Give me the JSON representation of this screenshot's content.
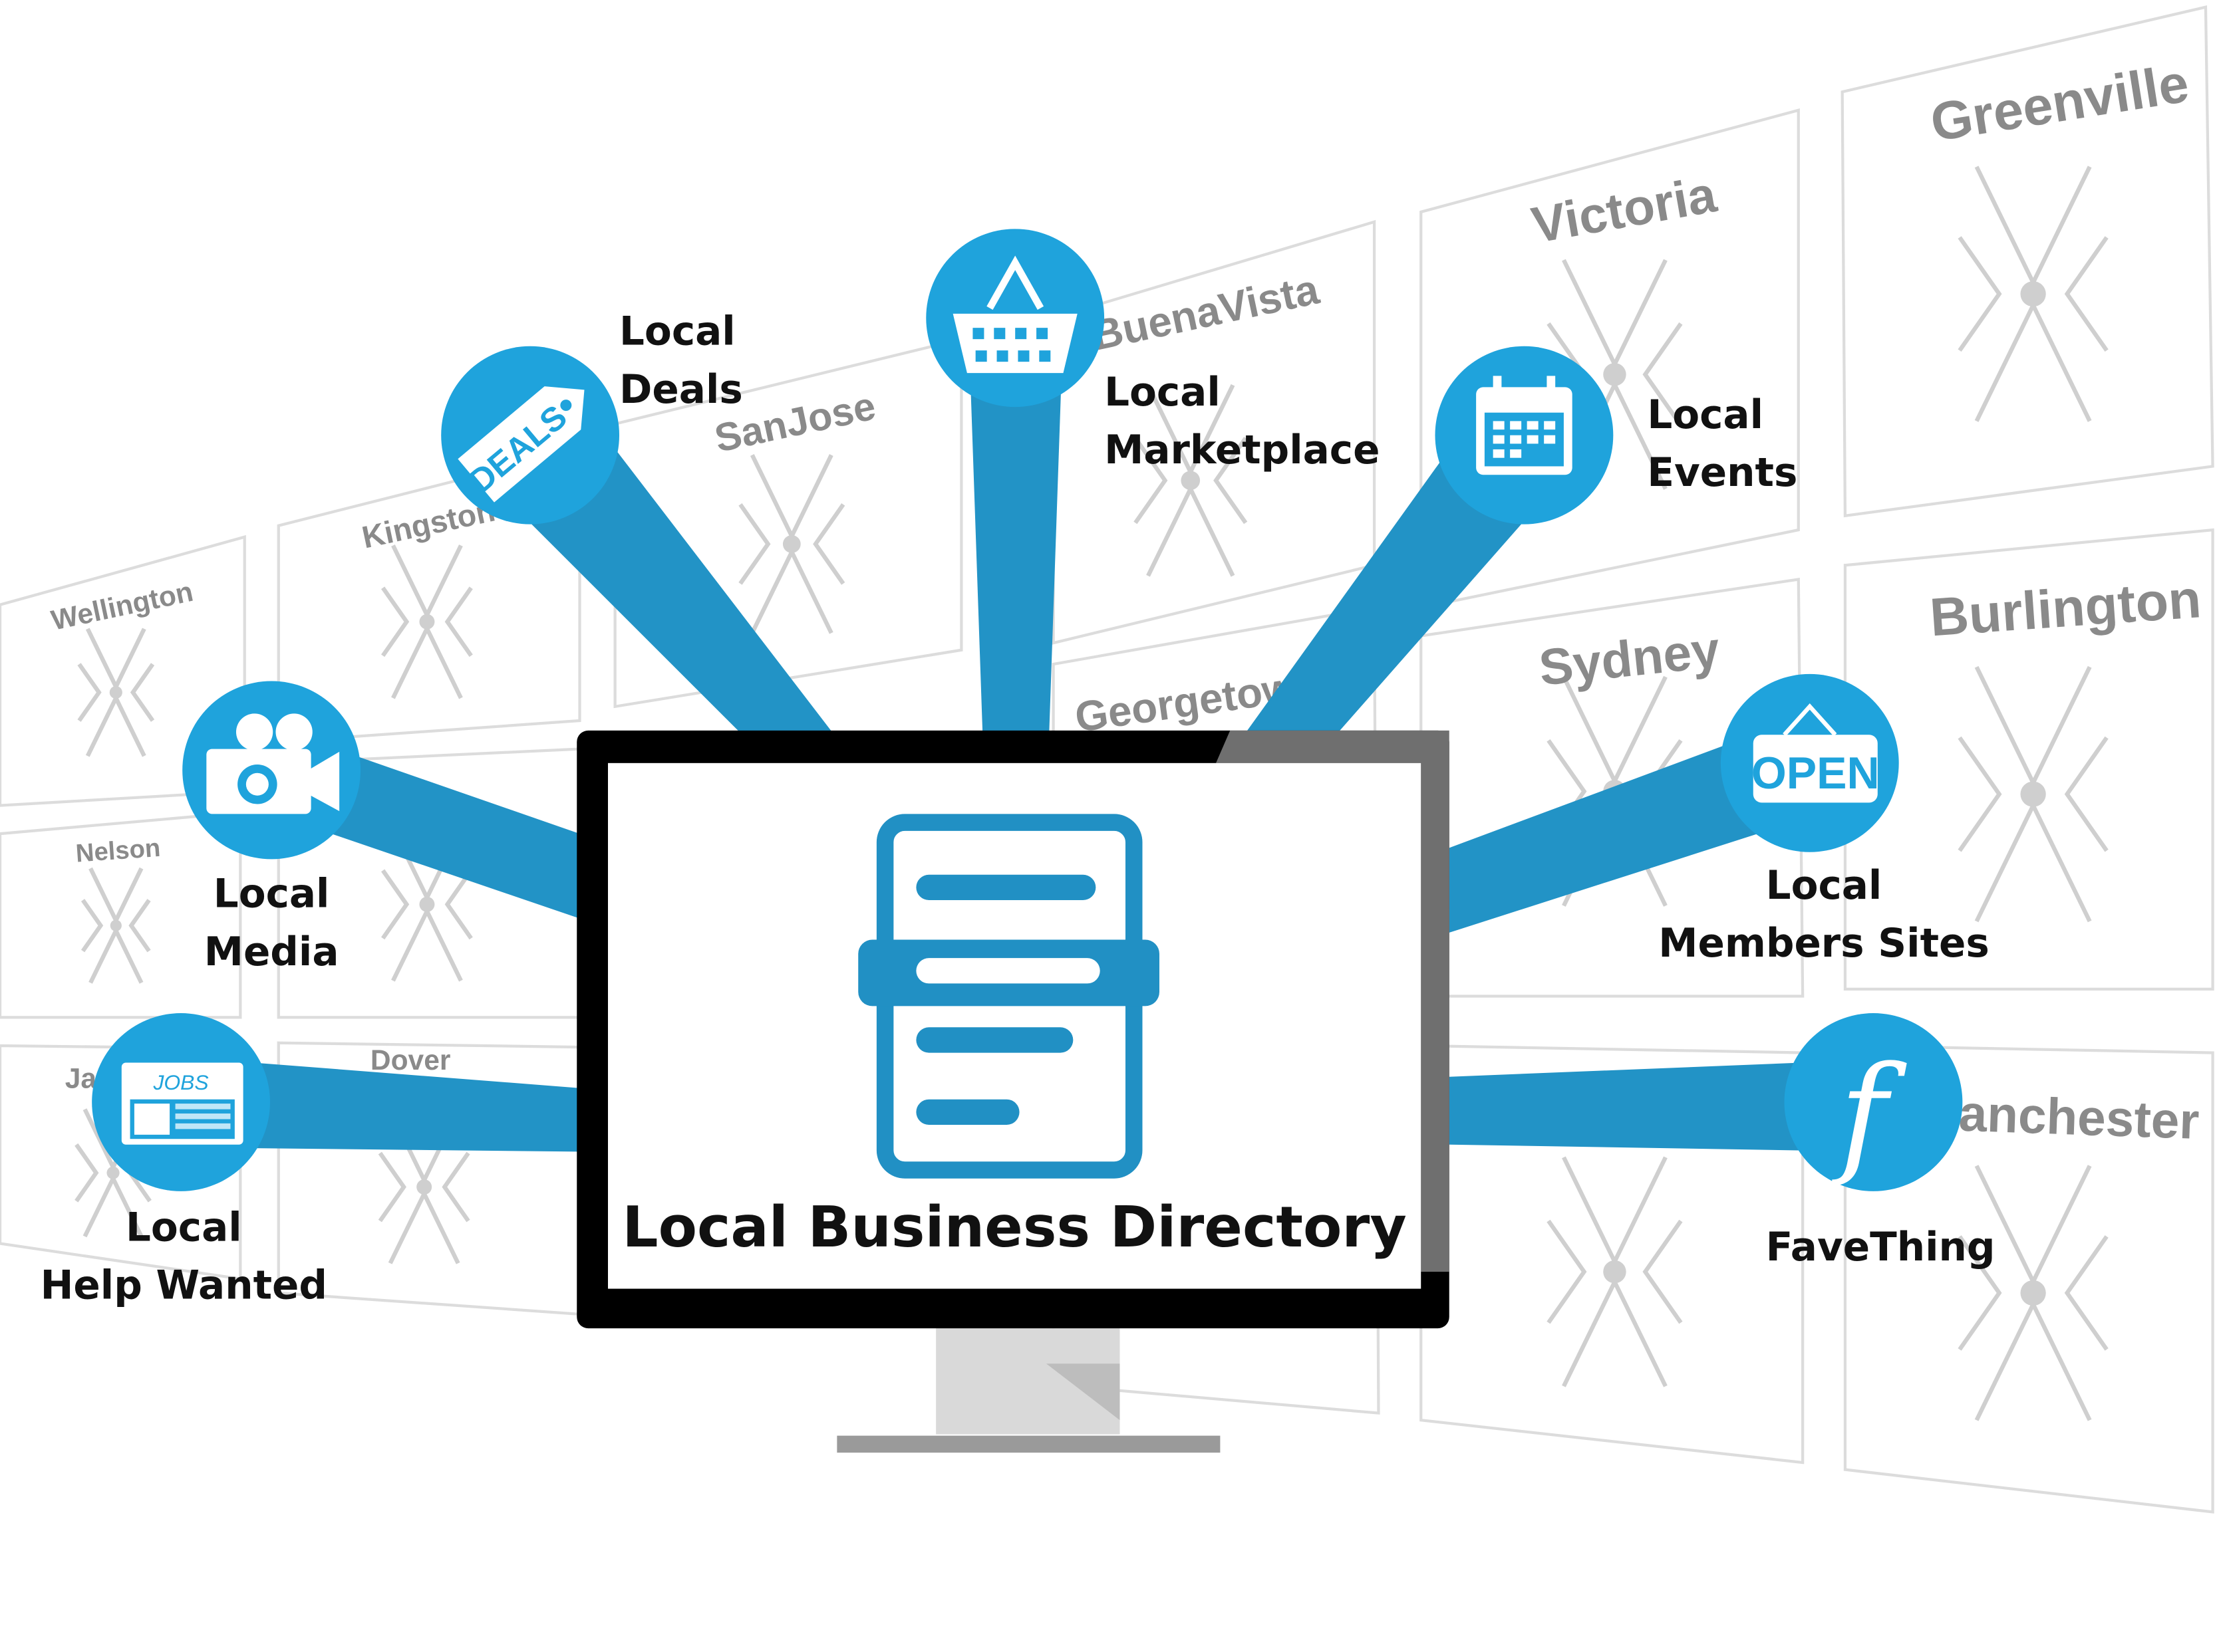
{
  "title": "Local Business Directory",
  "cities": [
    "Greenville",
    "Burlington",
    "anchester",
    "Victoria",
    "Sydney",
    "BuenaVista",
    "Georgetow",
    "SanJose",
    "Kingston",
    "Wellington",
    "Nelson",
    "Ja",
    "Dover"
  ],
  "services": [
    {
      "line1": "Local",
      "line2": "Deals",
      "icon": "deals-tag-icon",
      "badge": "DEALS"
    },
    {
      "line1": "Local",
      "line2": "Marketplace",
      "icon": "shopping-basket-icon"
    },
    {
      "line1": "Local",
      "line2": "Events",
      "icon": "calendar-icon"
    },
    {
      "line1": "Local",
      "line2": "Media",
      "icon": "camera-icon"
    },
    {
      "line1": "Local",
      "line2": "Members Sites",
      "icon": "open-sign-icon",
      "badge": "OPEN"
    },
    {
      "line1": "Local",
      "line2": "Help Wanted",
      "icon": "jobs-newspaper-icon",
      "badge": "JOBS"
    },
    {
      "line1": "FaveThing",
      "icon": "favething-logo-icon",
      "badge": "f"
    }
  ],
  "colors": {
    "circle": "#1fa3dc",
    "spoke": "#2293c6",
    "doc": "#2190c4"
  }
}
